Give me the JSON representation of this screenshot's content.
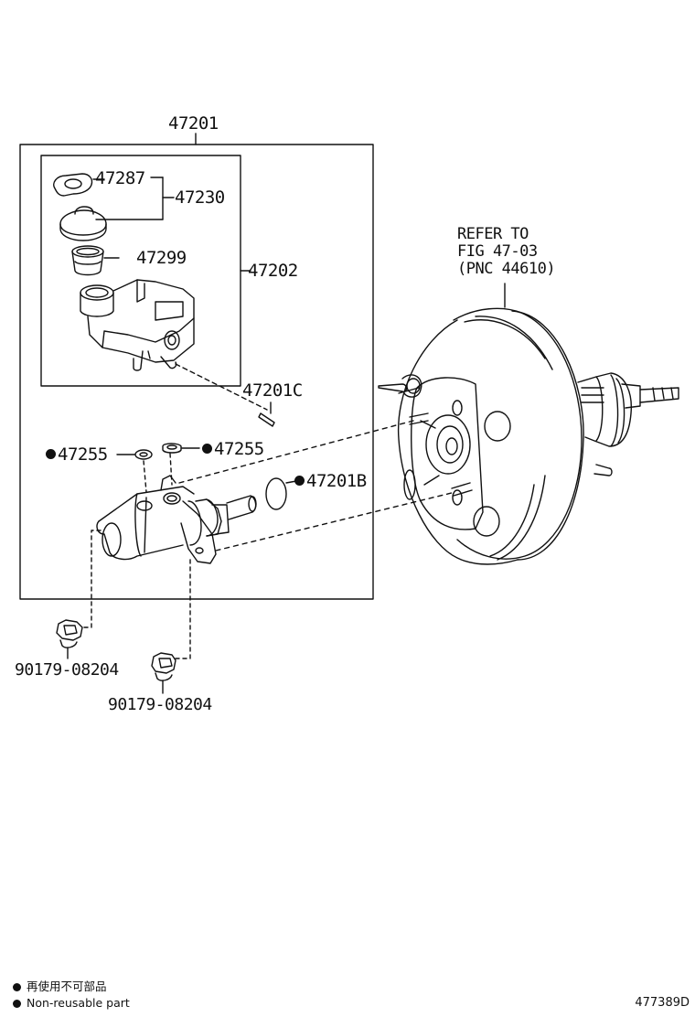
{
  "labels": {
    "assembly": "47201",
    "gasket": "47287",
    "cap_set": "47230",
    "strainer": "47299",
    "reservoir": "47202",
    "pin": "47201C",
    "grommet_left": "47255",
    "grommet_right": "47255",
    "oring": "47201B",
    "bolt_left": "90179-08204",
    "bolt_right": "90179-08204"
  },
  "refer": {
    "line1": "REFER TO",
    "line2": "FIG 47-03",
    "line3": "(PNC 44610)"
  },
  "legend": {
    "line1": "再使用不可部品",
    "line2": "Non-reusable part"
  },
  "image_id": "477389D"
}
